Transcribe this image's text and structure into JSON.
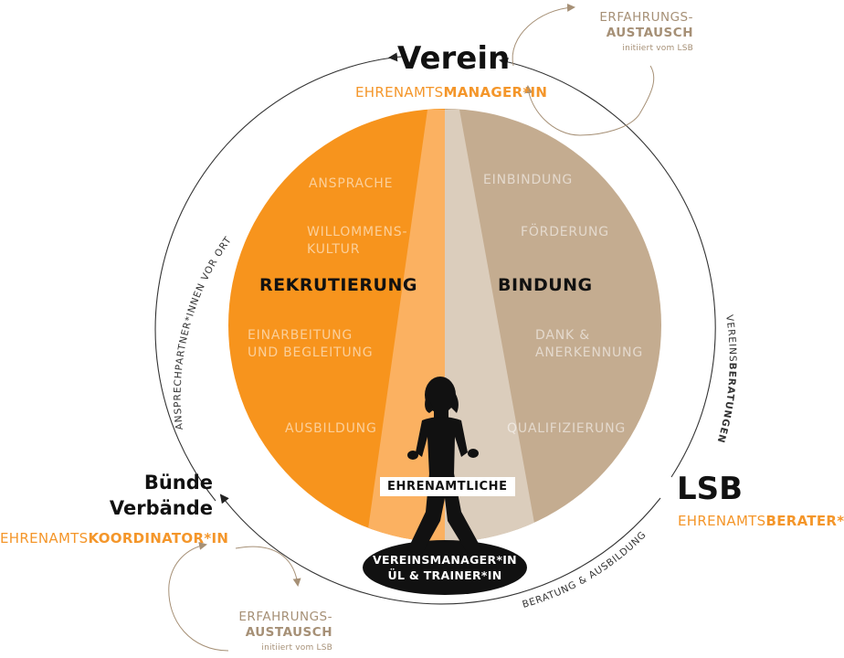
{
  "nodes": {
    "verein": {
      "title": "Verein",
      "role_prefix": "EHRENAMTS",
      "role_bold": "MANAGER*IN"
    },
    "lsb": {
      "title": "LSB",
      "role_prefix": "EHRENAMTS",
      "role_bold": "BERATER*IN"
    },
    "buende": {
      "title_line1": "Bünde",
      "title_line2": "Verbände",
      "role_prefix": "EHRENAMTS",
      "role_bold": "KOORDINATOR*IN"
    }
  },
  "exchange_top": {
    "line1": "ERFAHRUNGS-",
    "line2": "AUSTAUSCH",
    "line3": "initiiert vom LSB"
  },
  "exchange_bottom": {
    "line1": "ERFAHRUNGS-",
    "line2": "AUSTAUSCH",
    "line3": "initiiert vom LSB"
  },
  "arc_labels": {
    "left": "ANSPRECHPARTNER*INNEN VOR ORT",
    "right_prefix": "VEREINS",
    "right_bold": "BERATUNGEN",
    "bottom": "BERATUNG & AUSBILDUNG"
  },
  "rekrutierung": {
    "heading": "REKRUTIERUNG",
    "items": [
      "ANSPRACHE",
      "WILLOMMENS-",
      "KULTUR",
      "EINARBEITUNG",
      "UND BEGLEITUNG",
      "AUSBILDUNG"
    ]
  },
  "bindung": {
    "heading": "BINDUNG",
    "items": [
      "EINBINDUNG",
      "FÖRDERUNG",
      "DANK &",
      "ANERKENNUNG",
      "QUALIFIZIERUNG"
    ]
  },
  "center": {
    "label": "EHRENAMTLICHE",
    "ellipse_line1": "VEREINSMANAGER*IN",
    "ellipse_line2": "ÜL & TRAINER*IN"
  },
  "colors": {
    "orange": "#f7941d",
    "orange_light": "#fbb161",
    "taupe": "#c4ac90",
    "taupe_light": "#dbcdbc",
    "role_orange": "#f4962a",
    "exchange_text": "#a69076",
    "outline": "#333333"
  }
}
